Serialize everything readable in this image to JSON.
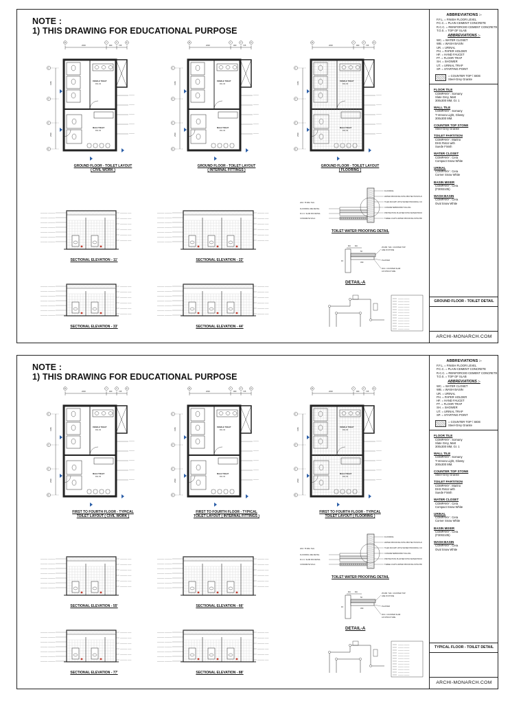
{
  "sheets": [
    {
      "note_title": "NOTE :",
      "note_line": "1) THIS DRAWING FOR EDUCATIONAL PURPOSE",
      "plans": [
        {
          "title": "GROUND FLOOR - TOILET LAYOUT",
          "subtitle": "( CIVIL WORK )"
        },
        {
          "title": "GROUND FLOOR - TOILET LAYOUT",
          "subtitle": "( INTERNAL FITTINGS )"
        },
        {
          "title": "GROUND FLOOR - TOILET LAYOUT",
          "subtitle": "( FLOORING )"
        }
      ],
      "elevations": [
        "SECTIONAL ELEVATION - 11'",
        "SECTIONAL ELEVATION - 22'",
        "SECTIONAL ELEVATION - 33'",
        "SECTIONAL ELEVATION - 44'"
      ],
      "sheet_name": "GROUND FLOOR - TOILET DETAIL"
    },
    {
      "note_title": "NOTE :",
      "note_line": "1) THIS DRAWING FOR EDUCATIONAL PURPOSE",
      "plans": [
        {
          "title": "FIRST TO FOURTH FLOOR - TYPICAL",
          "subtitle": "TOILET LAYOUT ( CIVIL WORK )"
        },
        {
          "title": "FIRST TO FOURTH FLOOR - TYPICAL",
          "subtitle": "TOILET LAYOUT ( INTERNAL FITTINGS )"
        },
        {
          "title": "FIRST TO FOURTH FLOOR - TYPICAL",
          "subtitle": "TOILET LAYOUT ( FLOORING )"
        }
      ],
      "elevations": [
        "SECTIONAL ELEVATION - 55'",
        "SECTIONAL ELEVATION - 66'",
        "SECTIONAL ELEVATION - 77'",
        "SECTIONAL ELEVATION - 88'"
      ],
      "sheet_name": "TYPICAL FLOOR - TOILET DETAIL"
    }
  ],
  "waterproofing": {
    "title": "TOILET WATER PROOFING DETAIL",
    "labels": [
      "FLOORING",
      "WATER PROOFING WITH PROTECTION PLASTER",
      "TILES 600 APP. WITH WATER PROOFING COMPOUND MIXED IN MORTAR",
      "CONCRETE/BRICKBAT FILLING",
      "PROTECTION PLASTER WITH WATER PROOFING COMPOUND",
      "THREE COATS WATER PROOFING WITH PRIMER (ACRYLIC) (AL)",
      "FLOORING 40E DETAIL",
      "R.C.C. SLAB 450 DETAIL",
      "CONCRETE SOLA"
    ]
  },
  "detail_a": {
    "title": "DETAIL-A",
    "labels": [
      "25 MM. THK. COUNTER TOP MADE IN STONE",
      "PLASTER",
      "RCC. COUNTER SLAB AS STRUCTURE"
    ],
    "tags": [
      "EQ",
      "EQ",
      "50",
      "450",
      "FF"
    ]
  },
  "plan_dims": [
    "2030",
    "900",
    "725",
    "1350",
    "2500"
  ],
  "grid_letters": [
    "C",
    "C'",
    "C",
    "D"
  ],
  "plan_room_labels": [
    "FEMALE TOILET",
    "MALE TOILET"
  ],
  "abbreviations": {
    "block1_title": "ABBREVIATIONS :-",
    "block1": [
      "F.F.L. = FINISH FLOOR LEVEL",
      "P.C.C. = PLAIN CEMENT CONCRETE",
      "R.C.C. = REINFORCED CEMENT CONCRETE",
      "T.O.S. = TOP OF SLAB"
    ],
    "block2_title": "ABBREVIATIONS :-",
    "block2": [
      "WC. = WATER CLOSET",
      "WB. = WASH BASIN",
      "UR. = URINAL",
      "PH. = PAPER HOLDER",
      "HF. = HAND FAUCET",
      "FT. = FLOOR TRAP",
      "SH. = SHOWER",
      "UT. = URINAL TRAP",
      "SP. = STARTING POINT"
    ],
    "legend_line1": "= COUNTER TOP / SIDE",
    "legend_line2": "Steel-Grey Granite"
  },
  "specs": [
    {
      "head": "FLOOR TILE",
      "body": [
        "COMPANY : Somany",
        "Slate Grey, Matt",
        "300x300 MM, Gr. 1"
      ]
    },
    {
      "head": "WALL TILE",
      "body": [
        "COMPANY : Somany",
        "T-Venora Light, Glossy",
        "300x300 MM."
      ]
    },
    {
      "head": "COUNTER TOP STONE",
      "body": [
        "Steel-Grey Granite"
      ]
    },
    {
      "head": "TOILET PARTITION",
      "body": [
        "COMPANY : Marino",
        "DHS Rotor with",
        "Suede Finish"
      ]
    },
    {
      "head": "WATER CLOSET",
      "body": [
        "COMPANY : Cera",
        "Compact Snow White"
      ]
    },
    {
      "head": "URINAL",
      "body": [
        "COMPANY : Cera",
        "Corner Snow White"
      ]
    },
    {
      "head": "BASIN MIXER",
      "body": [
        "COMPANY : Cera",
        "(F3002105)"
      ]
    },
    {
      "head": "WASH BASIN",
      "body": [
        "COMPANY : Cera",
        "Oval Snow White"
      ]
    }
  ],
  "brand": "ARCHI-MONARCH.COM",
  "colors": {
    "ink": "#222222",
    "accent_red": "#c0392b",
    "accent_blue": "#2c5fa8",
    "tile": "#bbbbbb"
  }
}
